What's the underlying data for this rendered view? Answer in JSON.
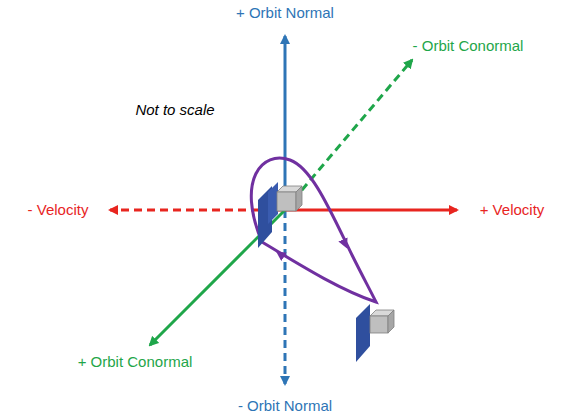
{
  "diagram": {
    "labels": [
      "+ Orbit Normal",
      "- Orbit Conormal",
      "Not to scale",
      "- Velocity",
      "+ Velocity",
      "+ Orbit Conormal",
      "- Orbit Normal"
    ]
  }
}
